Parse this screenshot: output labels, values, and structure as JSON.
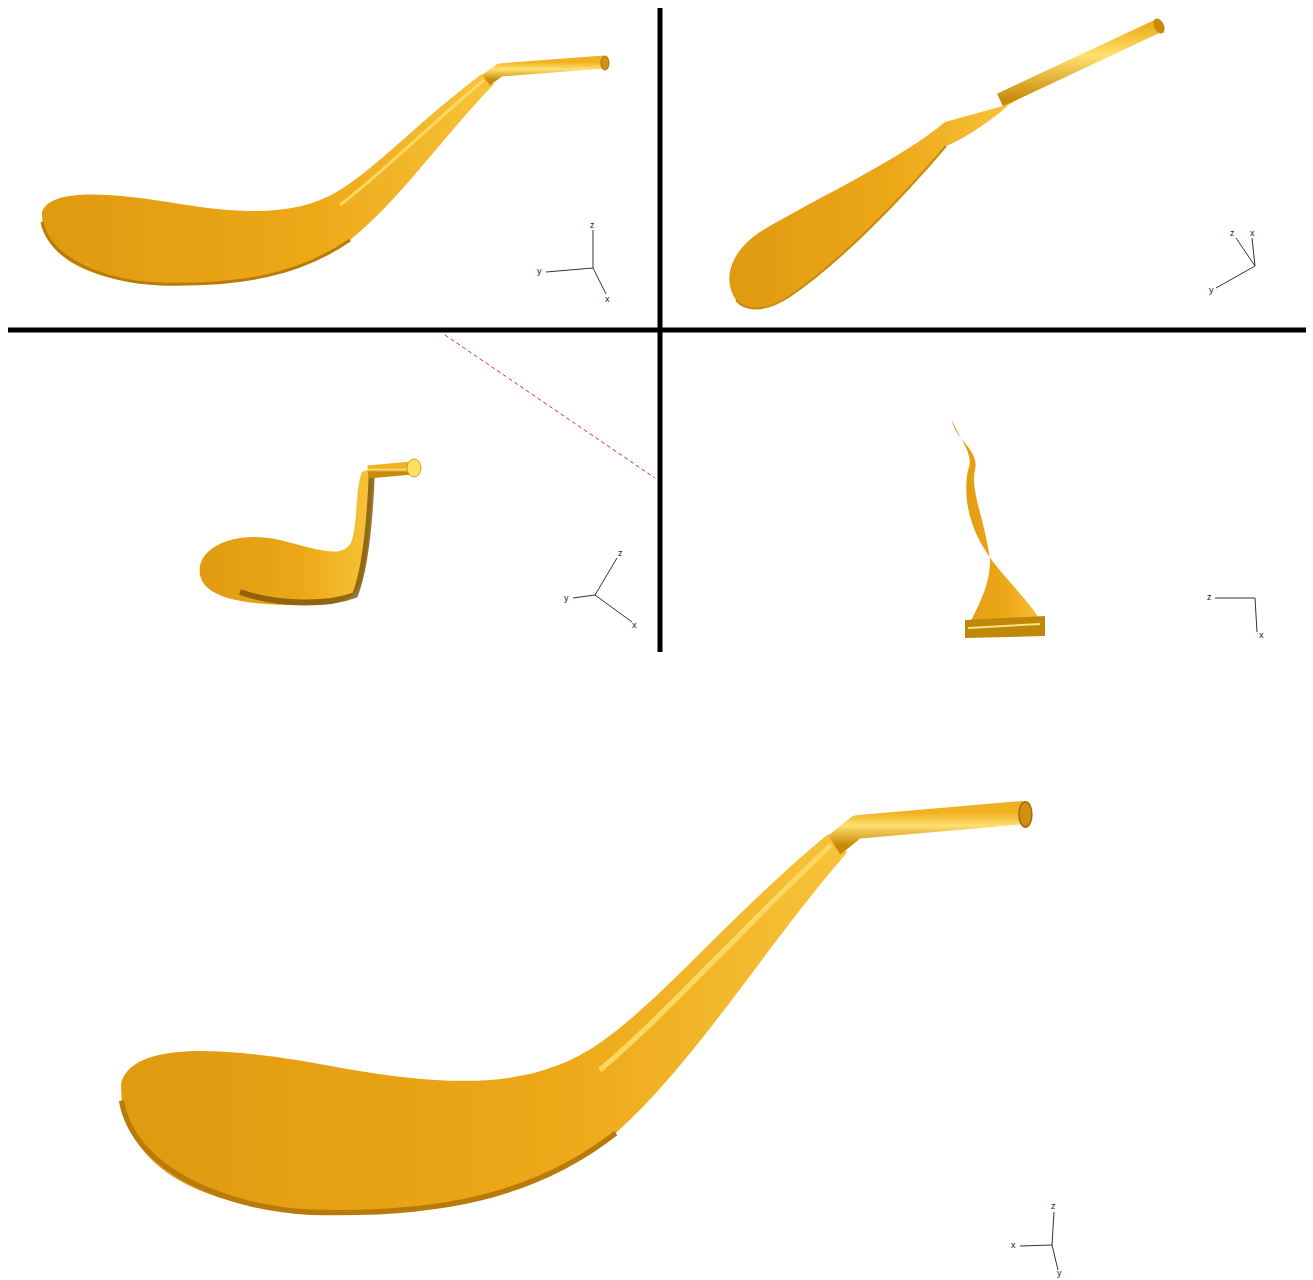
{
  "diagram": {
    "labels": [
      "z",
      "y",
      "x",
      "z",
      "x",
      "y",
      "z",
      "y",
      "x",
      "z",
      "x",
      "z",
      "x",
      "y"
    ]
  }
}
